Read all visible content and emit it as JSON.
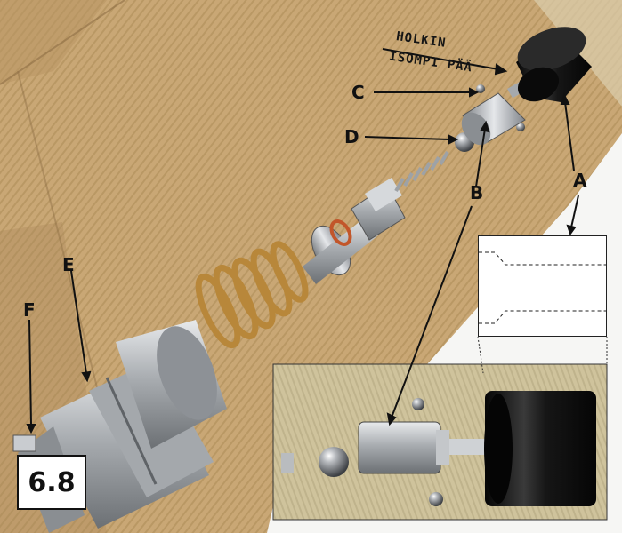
{
  "figure": {
    "number": "6.8"
  },
  "labels": {
    "a": "A",
    "b": "B",
    "c": "C",
    "d": "D",
    "e": "E",
    "f": "F"
  },
  "handwriting": {
    "line1": "HOLKIN",
    "line2": "ISOMPI PÄÄ"
  },
  "colors": {
    "cardboard": "#c9a775",
    "cardboard_dark": "#a9875a",
    "steel": "#b9bcbf",
    "spring_brass": "#b8873a",
    "cap_black": "#141414",
    "oring": "#c2562a",
    "label_text": "#111111"
  }
}
